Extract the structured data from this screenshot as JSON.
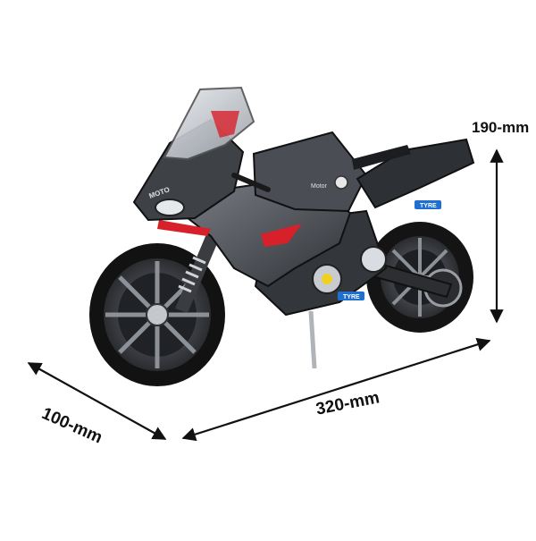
{
  "dimensions": {
    "height": "190-mm",
    "length": "320-mm",
    "width": "100-mm"
  },
  "decals": {
    "windshield": "MOTO",
    "tank": "Motor",
    "tyre_front": "TYRE",
    "tyre_rear": "TYRE"
  },
  "colors": {
    "body": "#3a3d42",
    "accent": "#d8202a",
    "chrome": "#c9cdd2",
    "tyre": "#151515",
    "arrow": "#111111"
  }
}
